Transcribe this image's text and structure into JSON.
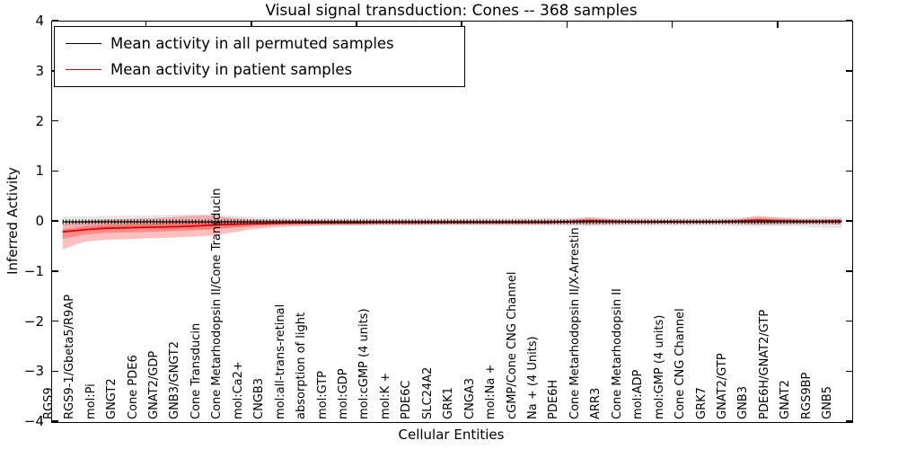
{
  "title": "Visual signal transduction: Cones -- 368 samples",
  "axes": {
    "ylabel": "Inferred Activity",
    "xlabel": "Cellular Entities",
    "ytick_labels": [
      "4",
      "3",
      "2",
      "1",
      "0",
      "−1",
      "−2",
      "−3",
      "−4"
    ],
    "xtick_positions": [
      5,
      10,
      15,
      20,
      25,
      30,
      35
    ]
  },
  "legend": {
    "items": [
      {
        "label": "Mean activity in all permuted samples",
        "color": "#000000"
      },
      {
        "label": "Mean activity in patient samples",
        "color": "#e60000"
      }
    ]
  },
  "chart_data": {
    "type": "line",
    "title": "Visual signal transduction: Cones -- 368 samples",
    "xlabel": "Cellular Entities",
    "ylabel": "Inferred Activity",
    "ylim": [
      -4,
      4
    ],
    "grid": false,
    "legend_position": "upper left",
    "n_points": 38,
    "categories": [
      "RGS9",
      "RGS9-1/Gbeta5/R9AP",
      "mol:Pi",
      "GNGT2",
      "Cone PDE6",
      "GNAT2/GDP",
      "GNB3/GNGT2",
      "Cone Transducin",
      "Cone Metarhodopsin II/Cone Transducin",
      "mol:Ca2+",
      "CNGB3",
      "mol:all-trans-retinal",
      "absorption of light",
      "mol:GTP",
      "mol:GDP",
      "mol:cGMP (4 units)",
      "mol:K +",
      "PDE6C",
      "SLC24A2",
      "GRK1",
      "CNGA3",
      "mol:Na +",
      "cGMP/Cone CNG Channel",
      "Na + (4 Units)",
      "PDE6H",
      "Cone Metarhodopsin II/X-Arrestin",
      "ARR3",
      "Cone Metarhodopsin II",
      "mol:ADP",
      "mol:GMP (4 units)",
      "Cone CNG Channel",
      "GRK7",
      "GNAT2/GTP",
      "GNB3",
      "PDE6H/GNAT2/GTP",
      "GNAT2",
      "RGS9BP",
      "GNB5"
    ],
    "series": [
      {
        "name": "Mean activity in all permuted samples",
        "color": "#000000",
        "style": "solid-with-tick-markers",
        "band_color": "#bbbbbb",
        "values": [
          0,
          0,
          0,
          0,
          0,
          0,
          0,
          0,
          0,
          0,
          0,
          0,
          0,
          0,
          0,
          0,
          0,
          0,
          0,
          0,
          0,
          0,
          0,
          0,
          0,
          0,
          0,
          0,
          0,
          0,
          0,
          0,
          0,
          0,
          0,
          0,
          0,
          0
        ],
        "band_hi": [
          0.1,
          0.11,
          0.12,
          0.13,
          0.13,
          0.14,
          0.15,
          0.15,
          0.12,
          0.1,
          0.08,
          0.08,
          0.07,
          0.07,
          0.07,
          0.07,
          0.07,
          0.07,
          0.07,
          0.07,
          0.08,
          0.08,
          0.08,
          0.08,
          0.08,
          0.09,
          0.08,
          0.08,
          0.08,
          0.08,
          0.08,
          0.08,
          0.09,
          0.09,
          0.09,
          0.09,
          0.1,
          0.1
        ],
        "band_lo": [
          -0.1,
          -0.11,
          -0.12,
          -0.13,
          -0.13,
          -0.14,
          -0.15,
          -0.15,
          -0.12,
          -0.1,
          -0.08,
          -0.08,
          -0.07,
          -0.07,
          -0.07,
          -0.07,
          -0.07,
          -0.07,
          -0.07,
          -0.07,
          -0.08,
          -0.08,
          -0.08,
          -0.08,
          -0.08,
          -0.09,
          -0.08,
          -0.08,
          -0.08,
          -0.08,
          -0.08,
          -0.08,
          -0.09,
          -0.09,
          -0.09,
          -0.09,
          -0.12,
          -0.13
        ]
      },
      {
        "name": "Mean activity in patient samples",
        "color": "#e60000",
        "style": "solid",
        "band_color": "#ff0000",
        "values": [
          -0.2,
          -0.16,
          -0.13,
          -0.12,
          -0.11,
          -0.1,
          -0.09,
          -0.07,
          -0.05,
          -0.04,
          -0.03,
          -0.02,
          -0.02,
          -0.02,
          -0.02,
          -0.01,
          -0.01,
          -0.01,
          -0.01,
          -0.01,
          -0.01,
          -0.01,
          -0.01,
          -0.01,
          0.0,
          0.02,
          0.01,
          0.0,
          0.0,
          0.0,
          0.0,
          0.0,
          0.01,
          0.03,
          0.02,
          0.01,
          0.01,
          0.02
        ],
        "band_hi": [
          -0.04,
          0.02,
          0.05,
          0.06,
          0.07,
          0.09,
          0.12,
          0.13,
          0.08,
          0.05,
          0.04,
          0.04,
          0.03,
          0.03,
          0.03,
          0.03,
          0.03,
          0.03,
          0.03,
          0.03,
          0.03,
          0.03,
          0.04,
          0.04,
          0.04,
          0.09,
          0.05,
          0.04,
          0.04,
          0.04,
          0.04,
          0.04,
          0.05,
          0.12,
          0.08,
          0.05,
          0.05,
          0.06
        ],
        "band_lo": [
          -0.55,
          -0.4,
          -0.36,
          -0.35,
          -0.33,
          -0.32,
          -0.3,
          -0.28,
          -0.22,
          -0.15,
          -0.11,
          -0.09,
          -0.08,
          -0.07,
          -0.07,
          -0.06,
          -0.06,
          -0.06,
          -0.05,
          -0.05,
          -0.05,
          -0.05,
          -0.05,
          -0.05,
          -0.05,
          -0.06,
          -0.05,
          -0.04,
          -0.04,
          -0.04,
          -0.04,
          -0.04,
          -0.04,
          -0.06,
          -0.05,
          -0.04,
          -0.04,
          -0.05
        ],
        "band_inner_hi": [
          -0.14,
          -0.09,
          -0.06,
          -0.05,
          -0.04,
          -0.02,
          -0.01,
          0.01,
          0.0,
          0.0,
          0.0,
          0.0,
          0.0,
          0.0,
          0.0,
          0.01,
          0.01,
          0.01,
          0.01,
          0.01,
          0.01,
          0.01,
          0.01,
          0.01,
          0.02,
          0.05,
          0.03,
          0.02,
          0.02,
          0.02,
          0.02,
          0.02,
          0.03,
          0.07,
          0.04,
          0.03,
          0.03,
          0.04
        ],
        "band_inner_lo": [
          -0.34,
          -0.26,
          -0.22,
          -0.21,
          -0.2,
          -0.19,
          -0.17,
          -0.15,
          -0.12,
          -0.08,
          -0.06,
          -0.05,
          -0.04,
          -0.04,
          -0.04,
          -0.03,
          -0.03,
          -0.03,
          -0.03,
          -0.03,
          -0.03,
          -0.03,
          -0.03,
          -0.03,
          -0.02,
          -0.01,
          -0.01,
          -0.02,
          -0.02,
          -0.02,
          -0.02,
          -0.02,
          -0.01,
          -0.01,
          -0.01,
          -0.01,
          -0.01,
          -0.01
        ]
      }
    ]
  }
}
